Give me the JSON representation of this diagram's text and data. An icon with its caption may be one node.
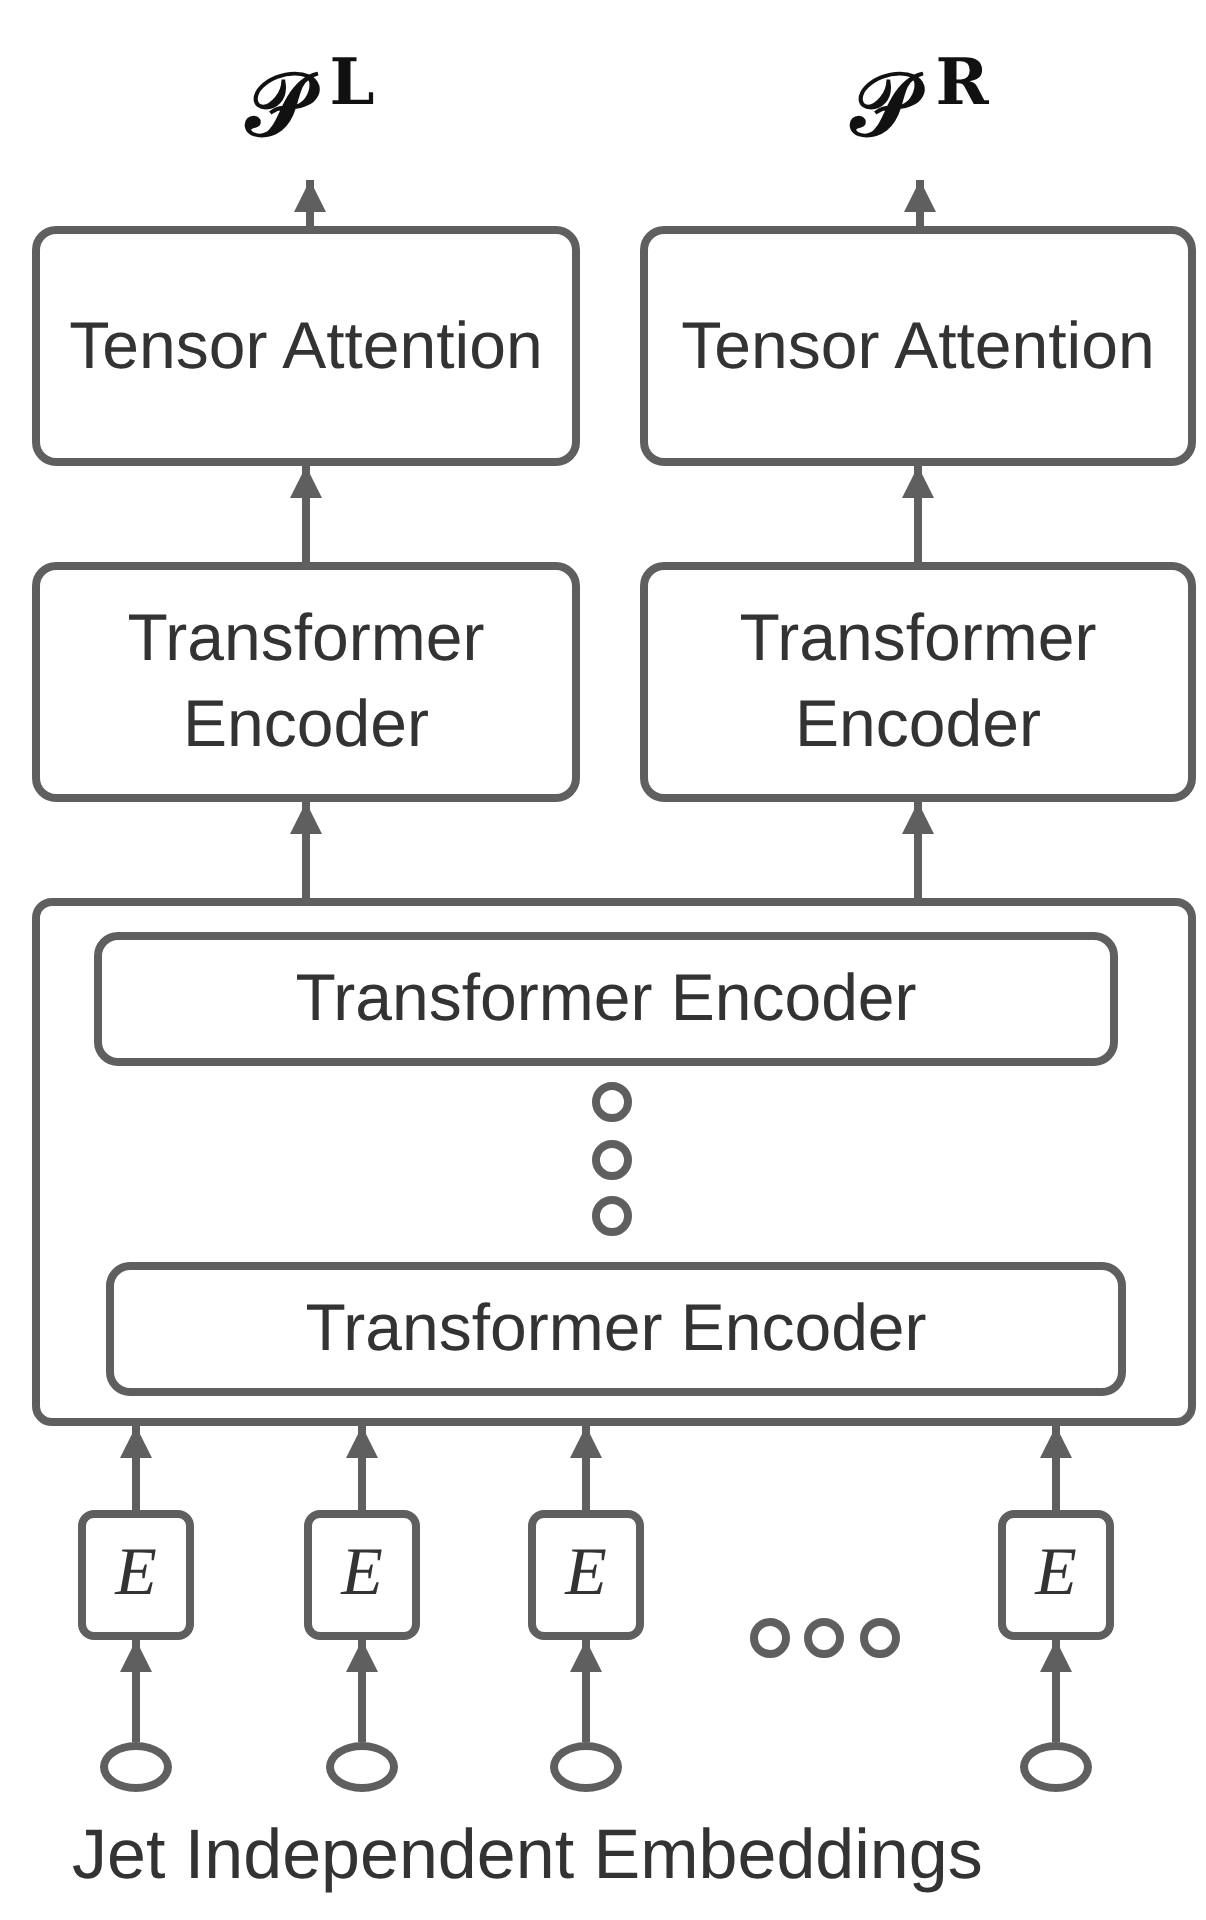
{
  "diagram": {
    "nodes": [
      {
        "text": [
          "𝒫$^{L}$"
        ]
      },
      {
        "text": [
          "𝒫$^{R}$"
        ]
      },
      {
        "text": [
          "Tensor Attention"
        ]
      },
      {
        "text": [
          "Tensor Attention"
        ]
      },
      {
        "text": [
          "Transformer Encoder"
        ]
      },
      {
        "text": [
          "Transformer Encoder"
        ]
      },
      {
        "text": [],
        "shape": "box"
      },
      {
        "text": [
          "Transformer Encoder"
        ],
        "in": 6
      },
      {
        "text": [
          "Transformer Encoder"
        ],
        "in": 6
      },
      {
        "text": [
          "E"
        ]
      },
      {
        "text": [
          "E"
        ]
      },
      {
        "text": [
          "E"
        ]
      },
      {
        "text": [
          "E"
        ]
      },
      {
        "text": [],
        "shape": "circle"
      },
      {
        "text": [],
        "shape": "circle"
      },
      {
        "text": [],
        "shape": "circle"
      },
      {
        "text": [],
        "shape": "circle"
      }
    ],
    "edges": [
      {
        "from": 13,
        "to": 9,
        "arrow": "to"
      },
      {
        "from": 14,
        "to": 10,
        "arrow": "to"
      },
      {
        "from": 15,
        "to": 11,
        "arrow": "to"
      },
      {
        "from": 16,
        "to": 12,
        "arrow": "to"
      },
      {
        "from": 9,
        "to": 6,
        "arrow": "to"
      },
      {
        "from": 10,
        "to": 6,
        "arrow": "to"
      },
      {
        "from": 11,
        "to": 6,
        "arrow": "to"
      },
      {
        "from": 12,
        "to": 6,
        "arrow": "to"
      },
      {
        "from": 6,
        "to": 4,
        "arrow": "to"
      },
      {
        "from": 6,
        "to": 5,
        "arrow": "to"
      },
      {
        "from": 4,
        "to": 2,
        "arrow": "to"
      },
      {
        "from": 5,
        "to": 3,
        "arrow": "to"
      },
      {
        "from": 2,
        "to": 0,
        "arrow": "to"
      },
      {
        "from": 3,
        "to": 1,
        "arrow": "to"
      }
    ],
    "labels": [
      "Jet Independent Embeddings"
    ]
  }
}
